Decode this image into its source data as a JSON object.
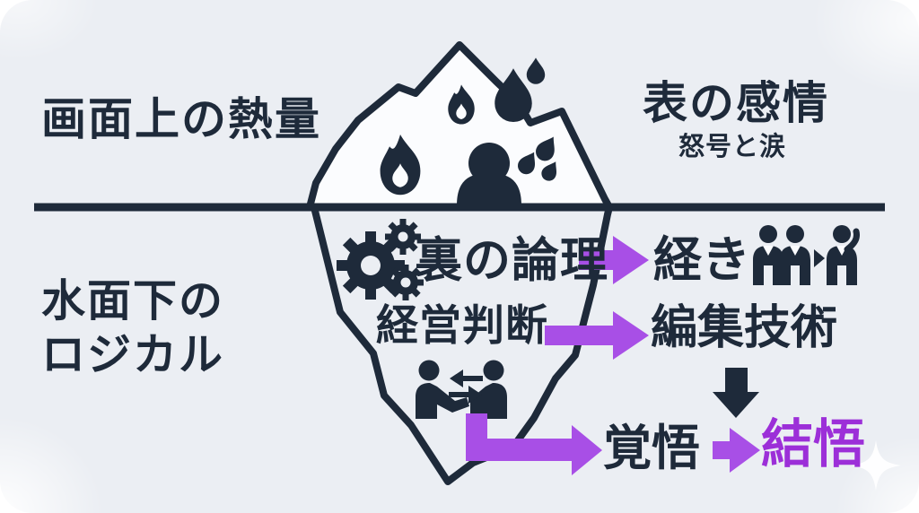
{
  "palette": {
    "background": "#ebeef3",
    "frame": "#ffffff",
    "navy": "#1e2a3a",
    "purple_arrow": "#a84fe6",
    "purple_text": "#9c2fd8",
    "iceberg_fill": "#fbfcfe"
  },
  "labels": {
    "surface_left": "画面上の熱量",
    "surface_right": "表の感情",
    "surface_right_sub": "怒号と涙",
    "underwater_left_line1": "水面下の",
    "underwater_left_line2": "ロジカル",
    "hidden_item1": "裏の論理",
    "hidden_item2": "経営判断",
    "result1": "経き",
    "result2": "編集技術",
    "result3": "覚悟",
    "result4": "結悟"
  },
  "icons": {
    "above_water": [
      "flame-icon",
      "flame-icon",
      "person-silhouette-icon",
      "water-drop-icon",
      "water-drop-icon",
      "water-drops-icon"
    ],
    "below_water": [
      "gears-icon",
      "people-exchange-icon",
      "business-people-icon"
    ],
    "arrows": [
      "right-arrow",
      "right-arrow",
      "down-arrow",
      "elbow-right-arrow",
      "right-arrow"
    ],
    "decoration": [
      "sparkle-icon"
    ]
  }
}
